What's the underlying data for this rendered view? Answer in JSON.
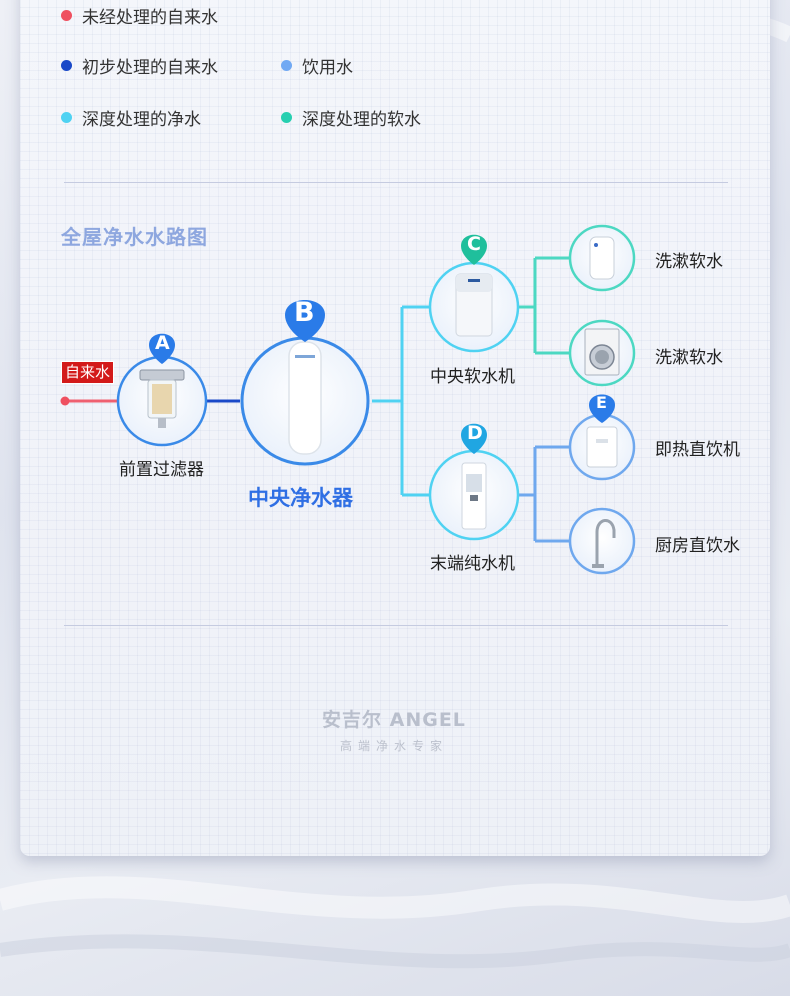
{
  "legend": [
    {
      "label": "未经处理的自来水",
      "color": "#ef5060"
    },
    {
      "label": "初步处理的自来水",
      "color": "#1a49c8"
    },
    {
      "label": "饮用水",
      "color": "#71a9f3"
    },
    {
      "label": "深度处理的净水",
      "color": "#4fd2f2"
    },
    {
      "label": "深度处理的软水",
      "color": "#27cfb0"
    }
  ],
  "section_title": "全屋净水水路图",
  "source_label": "自来水",
  "nodes": {
    "a": {
      "marker": "A",
      "label": "前置过滤器",
      "color": "#2a7be8"
    },
    "b": {
      "marker": "B",
      "label": "中央净水器",
      "color": "#2a7be8"
    },
    "c": {
      "marker": "C",
      "label": "中央软水机",
      "color": "#1fbf9c"
    },
    "d": {
      "marker": "D",
      "label": "末端纯水机",
      "color": "#20a6e2"
    },
    "e": {
      "marker": "E",
      "color": "#2a7be8"
    }
  },
  "outputs": {
    "water_heater": "洗漱软水",
    "washer": "洗漱软水",
    "instant_dispenser": "即热直饮机",
    "kitchen_faucet": "厨房直饮水"
  },
  "brand": {
    "name": "安吉尔 ANGEL",
    "tagline": "高端净水专家"
  }
}
